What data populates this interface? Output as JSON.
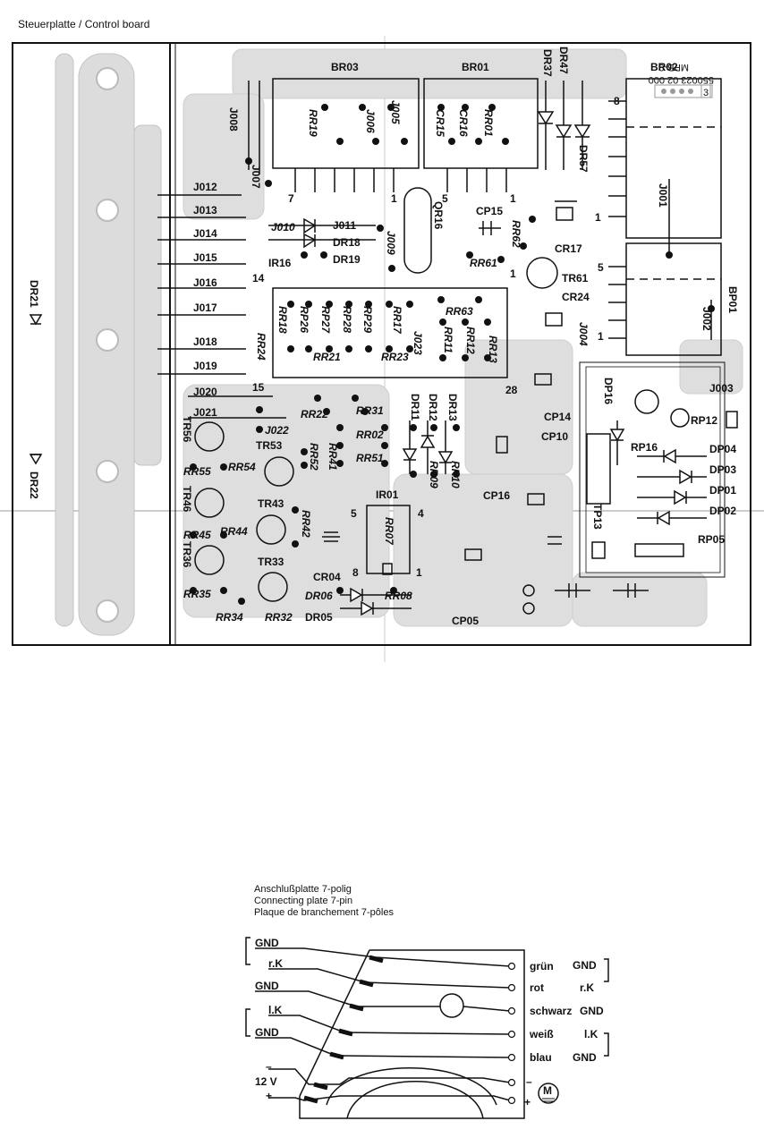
{
  "page_title": "Steuerplatte / Control board",
  "board": {
    "stamp_lines": [
      "MPB-0",
      "550023 02 000"
    ],
    "stamp_counter": "3",
    "headers": {
      "br03": "BR03",
      "br01": "BR01",
      "br02": "BR02",
      "bp01": "BP01"
    },
    "pins": {
      "br03_l": "7",
      "br03_r": "1",
      "br01_l": "5",
      "br01_r": "1",
      "br02_t": "8",
      "br02_b": "1",
      "bp01_t": "5",
      "bp01_b": "1",
      "ic_l14": "14",
      "ic_l15": "15",
      "ic_r28": "28",
      "tr61_1": "1",
      "ir01_5": "5",
      "ir01_4": "4",
      "ir01_8": "8",
      "ir01_1": "1"
    },
    "left_jumpers": [
      "J012",
      "J013",
      "J014",
      "J015",
      "J016",
      "J017",
      "J018",
      "J019",
      "J020",
      "J021"
    ],
    "diodes_left": {
      "dr21": "DR21",
      "dr22": "DR22"
    },
    "labels": {
      "j008": "J008",
      "j007": "J007",
      "j006": "J006",
      "j005": "J005",
      "rr19": "RR19",
      "cr15": "CR15",
      "cr16": "CR16",
      "rr01": "RR01",
      "dr37": "DR37",
      "dr47": "DR47",
      "dr57": "DR57",
      "j001": "J001",
      "j002": "J002",
      "j010": "J010",
      "j011": "J011",
      "dr18": "DR18",
      "dr19": "DR19",
      "ir16": "IR16",
      "j009": "J009",
      "qr16": "QR16",
      "cp15": "CP15",
      "rr62": "RR62",
      "rr61": "RR61",
      "cr17": "CR17",
      "tr61": "TR61",
      "cr24": "CR24",
      "rr63": "RR63",
      "rr18": "RR18",
      "rp26": "RP26",
      "rp27": "RP27",
      "rp28": "RP28",
      "rp29": "RP29",
      "rr17": "RR17",
      "j023": "J023",
      "rr11": "RR11",
      "rr12": "RR12",
      "rr13": "RR13",
      "j004": "J004",
      "rr24": "RR24",
      "rr21": "RR21",
      "rr23": "RR23",
      "cp14": "CP14",
      "cp10": "CP10",
      "cp16": "CP16",
      "dp16": "DP16",
      "rp16": "RP16",
      "rp12": "RP12",
      "j003": "J003",
      "dp04": "DP04",
      "dp03": "DP03",
      "dp01": "DP01",
      "dp02": "DP02",
      "tp13": "TP13",
      "rp05": "RP05",
      "rr22": "RR22",
      "rr31": "RR31",
      "rr02": "RR02",
      "rr41": "RR41",
      "rr51": "RR51",
      "rr52": "RR52",
      "j022": "J022",
      "dr11": "DR11",
      "dr12": "DR12",
      "dr13": "DR13",
      "rr09": "RR09",
      "rr10": "RR10",
      "tr56": "TR56",
      "tr53": "TR53",
      "rr55": "RR55",
      "rr54": "RR54",
      "tr46": "TR46",
      "tr43": "TR43",
      "rr42": "RR42",
      "rr45": "RR45",
      "rr44": "RR44",
      "tr36": "TR36",
      "tr33": "TR33",
      "rr35": "RR35",
      "rr34": "RR34",
      "rr32": "RR32",
      "ir01": "IR01",
      "rr07": "RR07",
      "cr04": "CR04",
      "dr06": "DR06",
      "rr08": "RR08",
      "dr05": "DR05",
      "cp05": "CP05"
    }
  },
  "connector": {
    "caption_lines": [
      "Anschlußplatte 7-polig",
      "Connecting plate 7-pin",
      "Plaque de branchement 7-pôles"
    ],
    "left_labels": [
      "GND",
      "r.K",
      "GND",
      "l.K",
      "GND"
    ],
    "voltage_label": "12 V",
    "minus": "–",
    "plus": "+",
    "wire_colors": [
      "grün",
      "rot",
      "schwarz",
      "weiß",
      "blau"
    ],
    "right_labels": [
      "GND",
      "r.K",
      "GND",
      "l.K",
      "GND"
    ],
    "motor_symbol": "M"
  }
}
